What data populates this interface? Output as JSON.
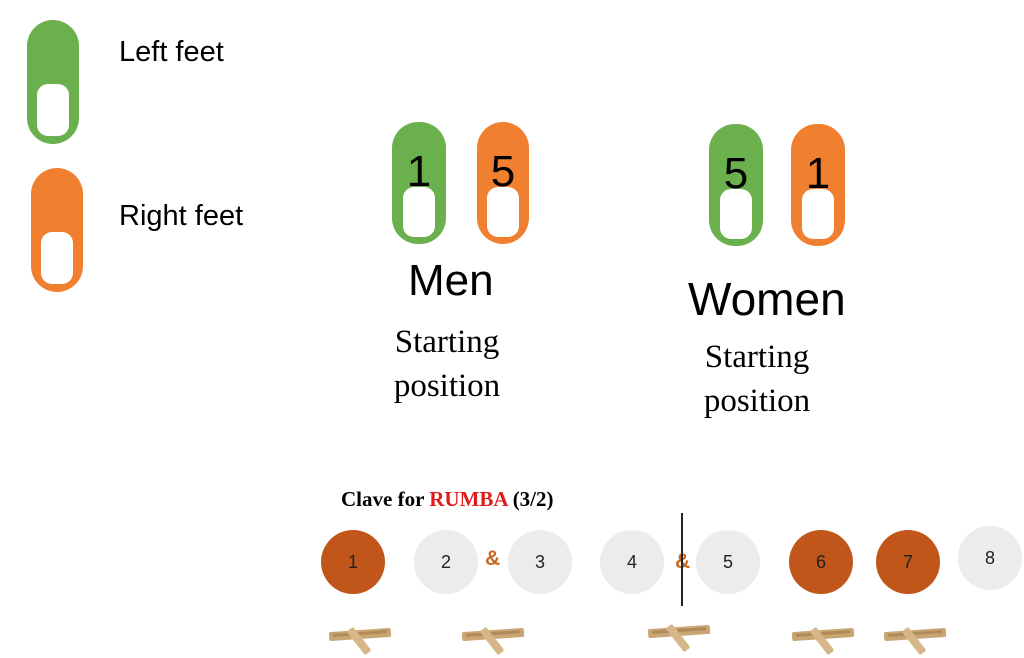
{
  "legend": {
    "left_label": "Left feet",
    "right_label": "Right feet"
  },
  "colors": {
    "left_foot": "#6ab04c",
    "right_foot": "#f08030",
    "beat_on": "#c1561b",
    "beat_off": "#ececec",
    "rumba_accent": "#e01b1b",
    "ampersand": "#c8641c"
  },
  "men": {
    "title": "Men",
    "caption_line1": "Starting",
    "caption_line2": "position",
    "left_step": "1",
    "right_step": "5"
  },
  "women": {
    "title": "Women",
    "caption_line1": "Starting",
    "caption_line2": "position",
    "left_step": "5",
    "right_step": "1"
  },
  "clave": {
    "title_prefix": "Clave for ",
    "title_accent": "RUMBA",
    "title_suffix": " (3/2)",
    "beats": [
      {
        "label": "1",
        "accented": true
      },
      {
        "label": "2",
        "accented": false
      },
      {
        "label": "3",
        "accented": false
      },
      {
        "label": "4",
        "accented": false
      },
      {
        "label": "5",
        "accented": false
      },
      {
        "label": "6",
        "accented": true
      },
      {
        "label": "7",
        "accented": true
      },
      {
        "label": "8",
        "accented": false
      }
    ],
    "and_symbol": "&",
    "clave_stick_icon": "clave-sticks-icon"
  }
}
